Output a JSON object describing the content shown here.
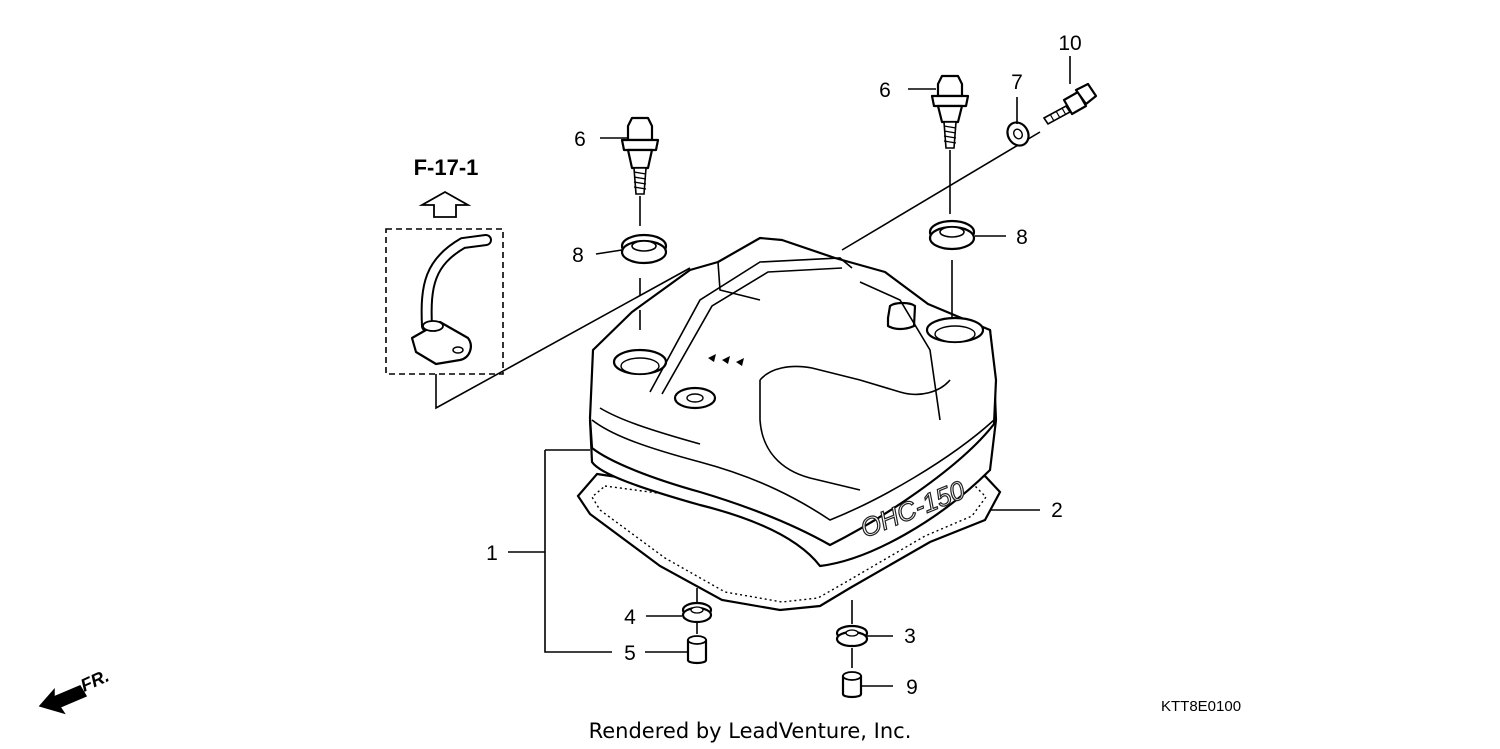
{
  "reference": {
    "label": "F-17-1"
  },
  "emboss_text": "OHC-150",
  "diagram_code": "KTT8E0100",
  "credit": "Rendered by LeadVenture, Inc.",
  "front_marker": "FR.",
  "callouts": {
    "c1": "1",
    "c2": "2",
    "c3": "3",
    "c4": "4",
    "c5": "5",
    "c6a": "6",
    "c6b": "6",
    "c7": "7",
    "c8a": "8",
    "c8b": "8",
    "c9": "9",
    "c10": "10"
  }
}
